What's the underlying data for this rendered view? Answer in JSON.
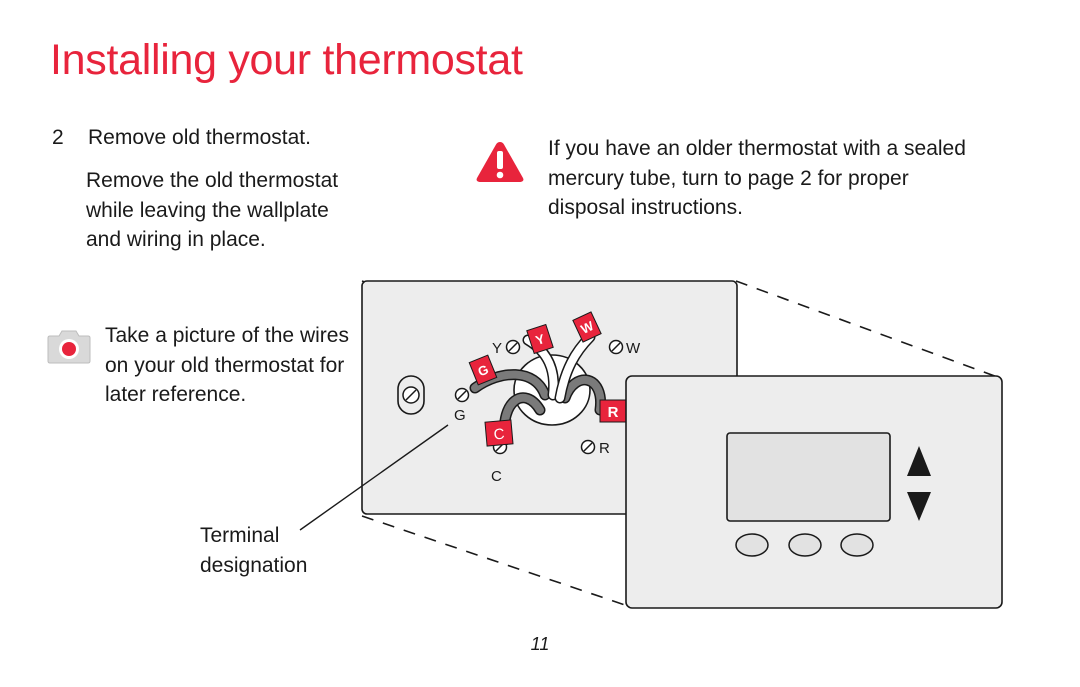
{
  "page": {
    "title": "Installing your thermostat",
    "page_number": "11"
  },
  "step": {
    "number": "2",
    "heading": "Remove old thermostat.",
    "instruction": "Remove the old thermostat while leaving the wallplate and wiring in place."
  },
  "photo_tip": {
    "icon": "camera-icon",
    "text": "Take a picture of the wires on your old thermostat for later reference."
  },
  "warning": {
    "icon": "warning-icon",
    "text": "If you have an older thermostat with a sealed mercury tube, turn to page 2 for proper disposal instructions."
  },
  "diagram": {
    "callout": "Terminal designation",
    "terminals": {
      "y": "Y",
      "w": "W",
      "g": "G",
      "r": "R",
      "c": "C"
    },
    "wire_tags": {
      "y": "Y",
      "w": "W",
      "g": "G",
      "r": "R",
      "c": "C"
    },
    "colors": {
      "accent": "#e8243c",
      "panel": "#ededed",
      "outline": "#1a1a1a",
      "screen": "#e2e2e2"
    }
  }
}
